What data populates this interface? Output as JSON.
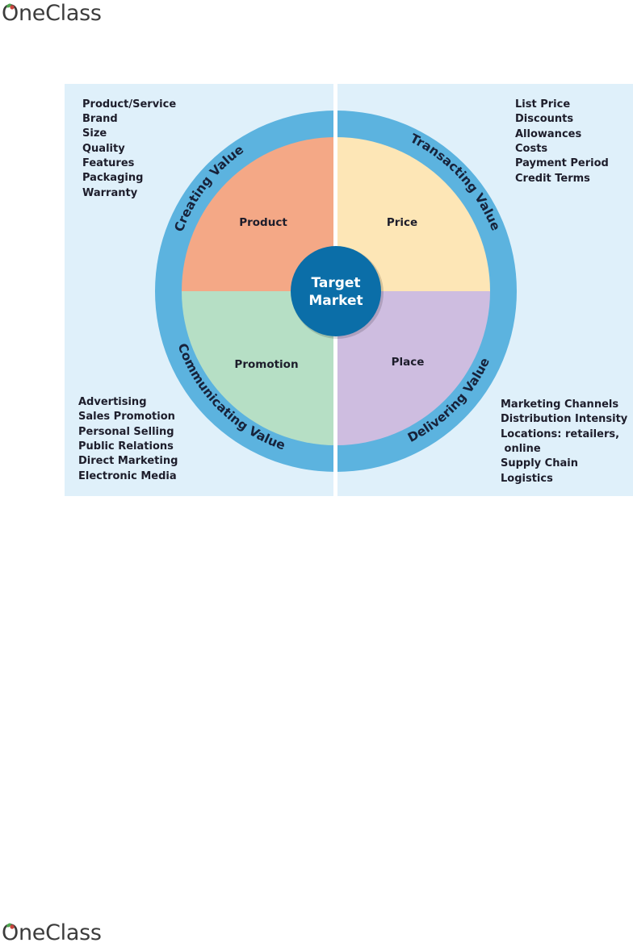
{
  "brand": {
    "logo_text": "OneClass"
  },
  "diagram": {
    "center": {
      "line1": "Target",
      "line2": "Market"
    },
    "quadrants": {
      "product": "Product",
      "price": "Price",
      "promotion": "Promotion",
      "place": "Place"
    },
    "ring_labels": {
      "creating": "Creating Value",
      "transacting": "Transacting Value",
      "communicating": "Communicating Value",
      "delivering": "Delivering Value"
    },
    "lists": {
      "product": [
        "Product/Service",
        "Brand",
        "Size",
        "Quality",
        "Features",
        "Packaging",
        "Warranty"
      ],
      "price": [
        "List Price",
        "Discounts",
        "Allowances",
        "Costs",
        "Payment Period",
        "Credit Terms"
      ],
      "promotion": [
        "Advertising",
        "Sales Promotion",
        "Personal Selling",
        "Public Relations",
        "Direct Marketing",
        "Electronic Media"
      ],
      "place": [
        "Marketing Channels",
        "Distribution Intensity",
        "Locations: retailers,",
        " online",
        "Supply Chain",
        "Logistics"
      ]
    },
    "colors": {
      "panel": "#dff0fa",
      "ring": "#5cb3df",
      "product": "#f4a886",
      "price": "#fde6b6",
      "promotion": "#b6dfc5",
      "place": "#cebde0",
      "center": "#0b6ea8",
      "logo_leaf": "#4ca64c",
      "logo_dot": "#c9463d"
    }
  }
}
